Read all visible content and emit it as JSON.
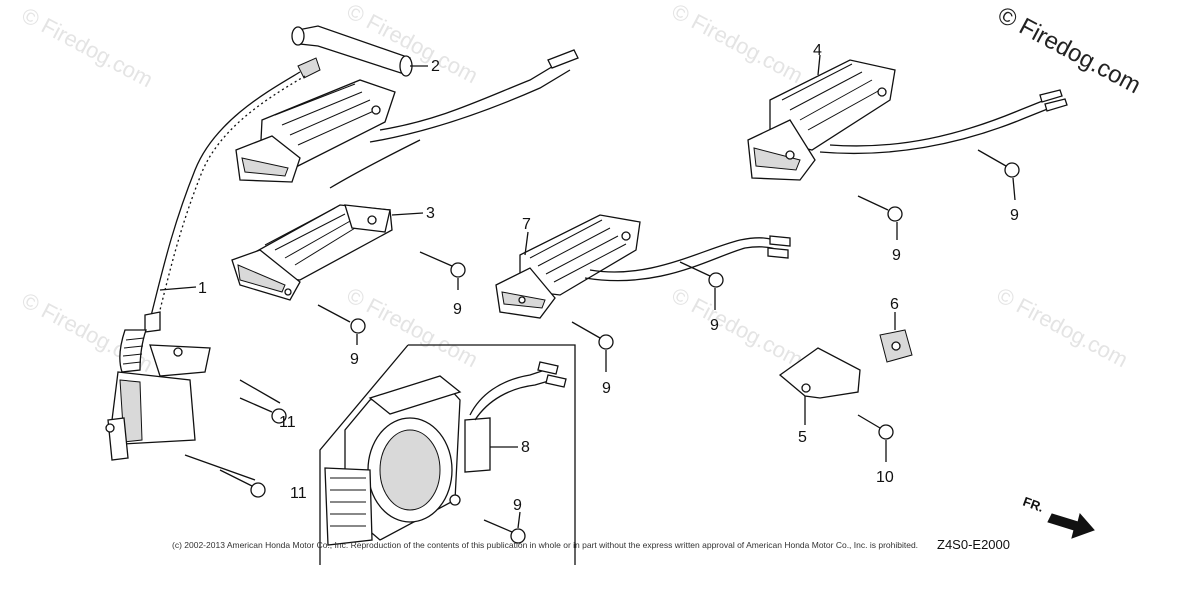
{
  "watermarks": {
    "brand": "© Firedog.com",
    "faint": "© Firedog.com"
  },
  "callouts": {
    "c1": "1",
    "c2": "2",
    "c3": "3",
    "c4": "4",
    "c5": "5",
    "c6": "6",
    "c7": "7",
    "c8": "8",
    "c9a": "9",
    "c9b": "9",
    "c9c": "9",
    "c9d": "9",
    "c9e": "9",
    "c9f": "9",
    "c9g": "9",
    "c10": "10",
    "c11a": "11",
    "c11b": "11"
  },
  "footer": {
    "copyright": "(c) 2002-2013 American Honda Motor Co., Inc. Reproduction of the contents of this publication in whole or in part without the express written approval of American Honda Motor Co., Inc. is prohibited.",
    "diagram_code": "Z4S0-E2000"
  },
  "direction_marker": "FR."
}
